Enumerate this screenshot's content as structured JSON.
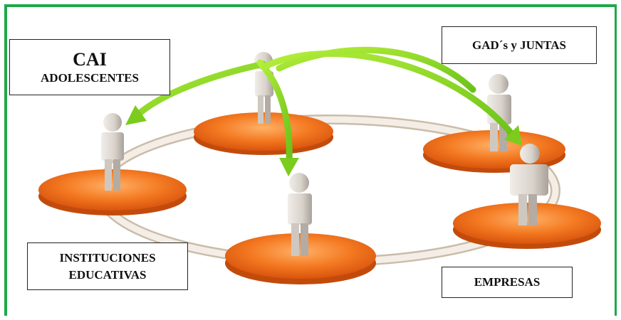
{
  "diagram": {
    "nodes": [
      {
        "id": "cai",
        "lines": [
          "CAI",
          "ADOLESCENTES"
        ]
      },
      {
        "id": "gad",
        "lines": [
          "GAD´s y JUNTAS"
        ]
      },
      {
        "id": "inst",
        "lines": [
          "INSTITUCIONES",
          "EDUCATIVAS"
        ]
      },
      {
        "id": "emp",
        "lines": [
          "EMPRESAS"
        ]
      }
    ],
    "colors": {
      "frame": "#1fa84a",
      "arrow": "#8fd61f",
      "platform": "#f26a17",
      "ring": "#ece3d6",
      "figure": "#d9d3cc"
    }
  }
}
